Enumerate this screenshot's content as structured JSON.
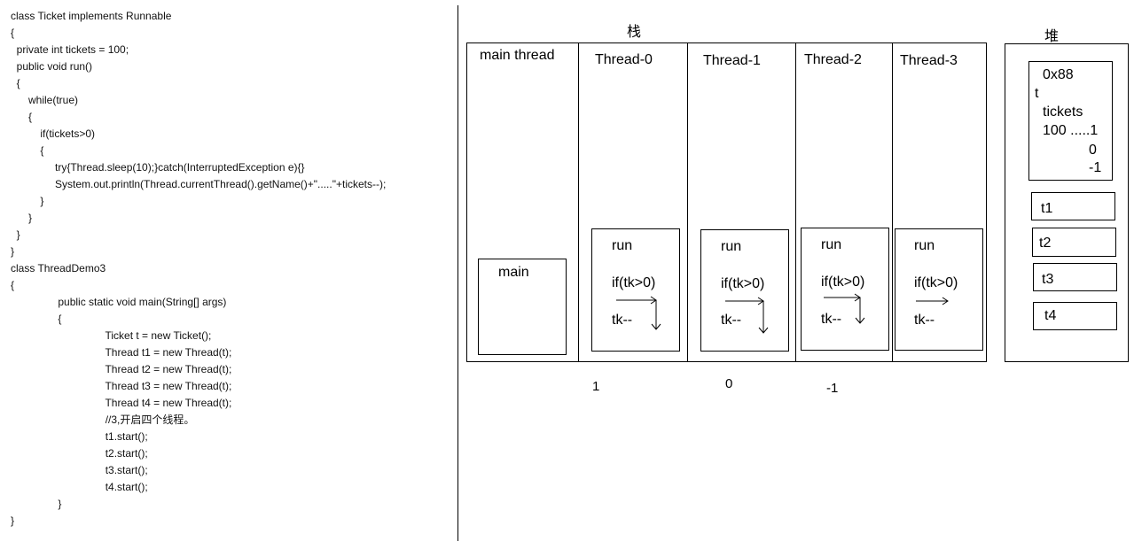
{
  "code": {
    "lines": [
      "class Ticket implements Runnable",
      "{",
      "  private int tickets = 100;",
      "  public void run()",
      "  {",
      "      while(true)",
      "      {",
      "          if(tickets>0)",
      "          {",
      "               try{Thread.sleep(10);}catch(InterruptedException e){}",
      "               System.out.println(Thread.currentThread().getName()+\".....\"+tickets--);",
      "          }",
      "      }",
      "  }",
      "}",
      "class ThreadDemo3",
      "{",
      "                public static void main(String[] args)",
      "                {",
      "                                Ticket t = new Ticket();",
      "                                Thread t1 = new Thread(t);",
      "                                Thread t2 = new Thread(t);",
      "                                Thread t3 = new Thread(t);",
      "                                Thread t4 = new Thread(t);",
      "                                //3,开启四个线程。",
      "                                t1.start();",
      "                                t2.start();",
      "                                t3.start();",
      "                                t4.start();",
      "                }",
      "}"
    ]
  },
  "diagram": {
    "stack_label": "栈",
    "heap_label": "堆",
    "columns": [
      "main thread",
      "Thread-0",
      "Thread-1",
      "Thread-2",
      "Thread-3"
    ],
    "main_frame": "main",
    "run_frame": {
      "title": "run",
      "condition": "if(tk>0)",
      "decrement": "tk--"
    },
    "bottom_values": [
      "1",
      "0",
      "-1"
    ],
    "heap_object": {
      "address": "0x88",
      "ref": "t",
      "field": "tickets",
      "values_line": "100 .....1",
      "value_0": "0",
      "value_neg1": "-1"
    },
    "heap_threads": [
      "t1",
      "t2",
      "t3",
      "t4"
    ]
  }
}
